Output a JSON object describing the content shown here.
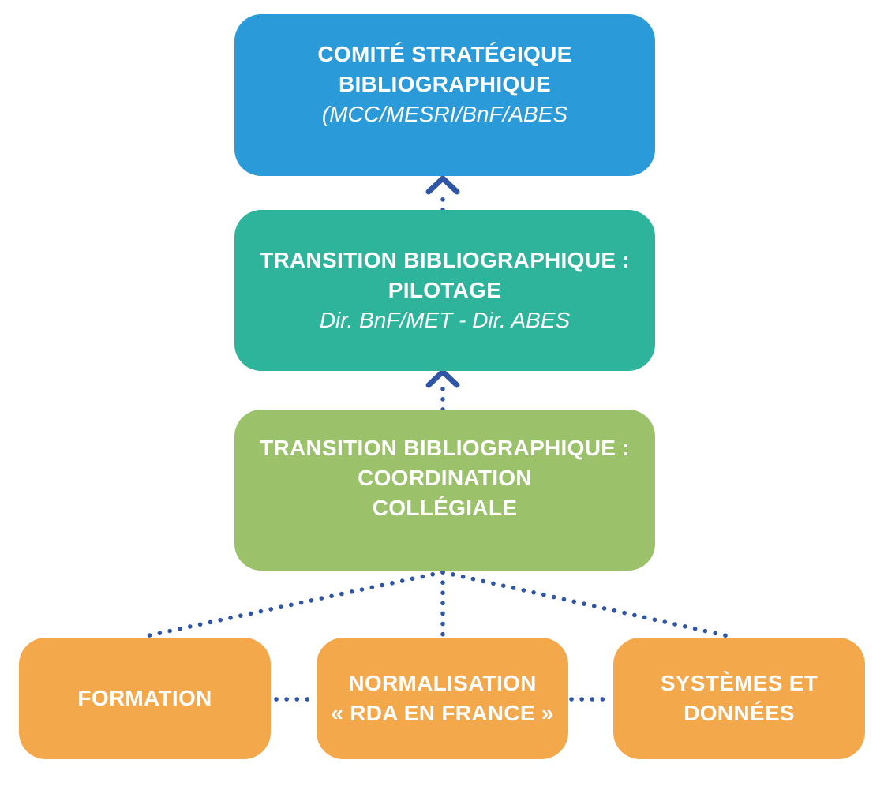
{
  "colors": {
    "comite": "#2a9bd8",
    "pilotage": "#2fb49c",
    "coordination": "#9bc26a",
    "workgroup": "#f4a84c",
    "connector": "#2f55a4"
  },
  "comite": {
    "title_line1": "COMITÉ STRATÉGIQUE",
    "title_line2": "BIBLIOGRAPHIQUE",
    "members": "(MCC/MESRI/BnF/ABES"
  },
  "pilotage": {
    "title_line1": "TRANSITION BIBLIOGRAPHIQUE :",
    "title_line2": "PILOTAGE",
    "members": "Dir. BnF/MET - Dir. ABES"
  },
  "coordination": {
    "title_line1": "TRANSITION BIBLIOGRAPHIQUE :",
    "title_line2": "COORDINATION",
    "title_line3": "COLLÉGIALE"
  },
  "groups": {
    "formation": "FORMATION",
    "normalisation_line1": "NORMALISATION",
    "normalisation_line2": "« RDA EN FRANCE »",
    "systemes_line1": "SYSTÈMES ET",
    "systemes_line2": "DONNÉES"
  }
}
